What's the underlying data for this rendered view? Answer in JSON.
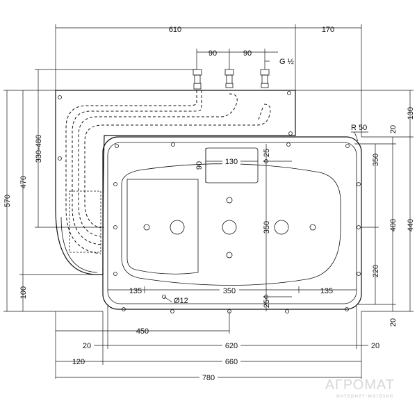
{
  "dimensions": {
    "top_width": "610",
    "top_right": "170",
    "conn_spacing_1": "90",
    "conn_spacing_2": "90",
    "thread": "G ½",
    "left_total": "570",
    "left_470": "470",
    "left_330_480": "330-480",
    "left_100": "100",
    "right_130": "130",
    "right_20_top": "20",
    "right_350": "350",
    "right_400": "400",
    "right_440": "440",
    "right_220": "220",
    "right_20_bottom": "20",
    "radius": "R 50",
    "inner_90": "90",
    "inner_130": "130",
    "inner_25_top": "25",
    "inner_350_vertical": "350",
    "inner_25_bottom": "25",
    "inner_135_left": "135",
    "inner_350_horizontal": "350",
    "inner_135_right": "135",
    "hole_diameter": "Ø12",
    "bottom_450": "450",
    "bottom_20_left": "20",
    "bottom_620": "620",
    "bottom_20_right": "20",
    "bottom_120": "120",
    "bottom_660": "660",
    "bottom_780": "780"
  },
  "watermark": {
    "brand": "АГРОМАТ",
    "tagline": "интернет-магазин"
  }
}
